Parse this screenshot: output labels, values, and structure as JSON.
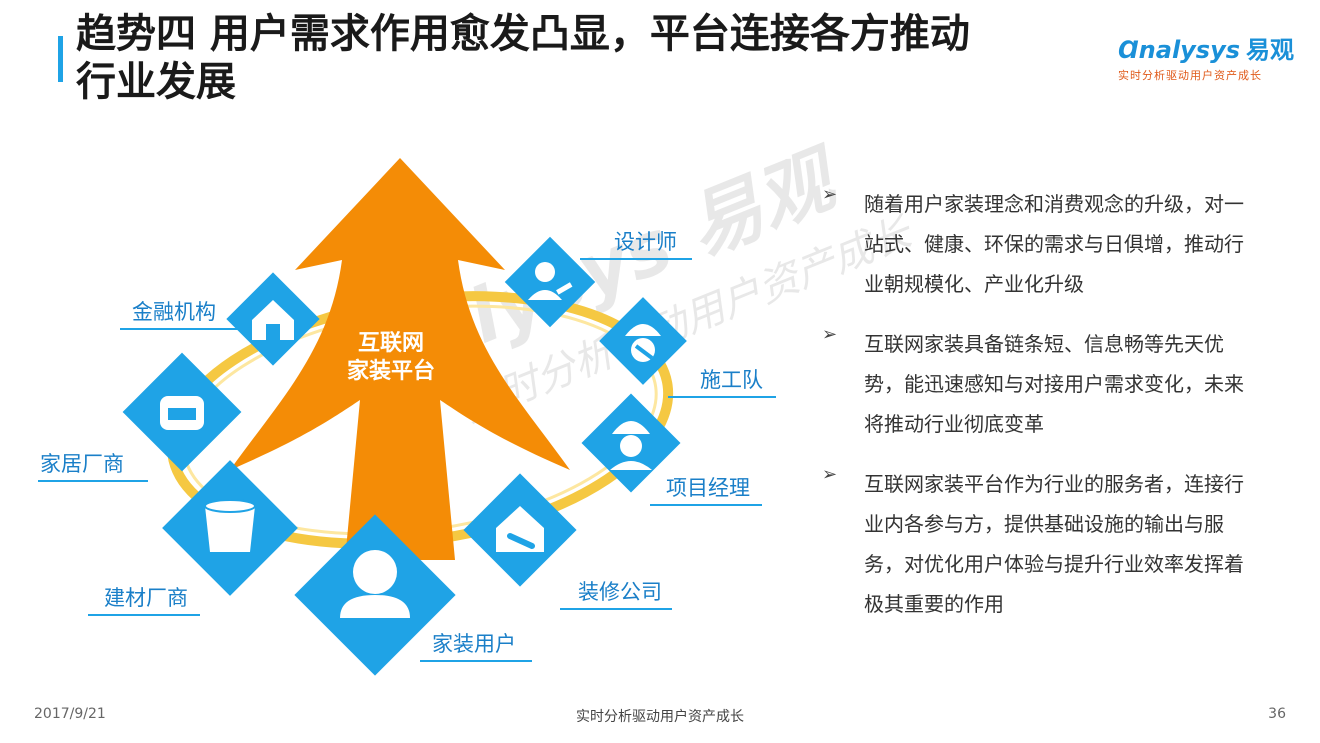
{
  "title": "趋势四 用户需求作用愈发凸显，平台连接各方推动行业发展",
  "title_line1": "趋势四 用户需求作用愈发凸显，平台连接各方推动",
  "title_line2": "行业发展",
  "logo": {
    "brand": "nalysys",
    "brand_cn": "易观",
    "tagline": "实时分析驱动用户资产成长"
  },
  "watermark": {
    "brand": "nalysys 易观",
    "tagline": "实时分析驱动用户资产成长"
  },
  "diagram": {
    "center": [
      "互联网",
      "家装平台"
    ],
    "nodes": [
      {
        "label": "设计师",
        "icon": "designer-icon"
      },
      {
        "label": "施工队",
        "icon": "construction-worker-icon"
      },
      {
        "label": "项目经理",
        "icon": "project-manager-icon"
      },
      {
        "label": "装修公司",
        "icon": "wrench-house-icon"
      },
      {
        "label": "家装用户",
        "icon": "user-icon"
      },
      {
        "label": "建材厂商",
        "icon": "paint-bucket-icon"
      },
      {
        "label": "家居厂商",
        "icon": "sofa-icon"
      },
      {
        "label": "金融机构",
        "icon": "bank-house-icon"
      }
    ],
    "colors": {
      "arrow": "#f48c06",
      "node": "#1fa3e6",
      "ring": "#f5c842"
    }
  },
  "bullets": [
    "随着用户家装理念和消费观念的升级，对一站式、健康、环保的需求与日俱增，推动行业朝规模化、产业化升级",
    "互联网家装具备链条短、信息畅等先天优势，能迅速感知与对接用户需求变化，未来将推动行业彻底变革",
    "互联网家装平台作为行业的服务者，连接行业内各参与方，提供基础设施的输出与服务，对优化用户体验与提升行业效率发挥着极其重要的作用"
  ],
  "footer": {
    "date": "2017/9/21",
    "center": "实时分析驱动用户资产成长",
    "page": "36"
  }
}
